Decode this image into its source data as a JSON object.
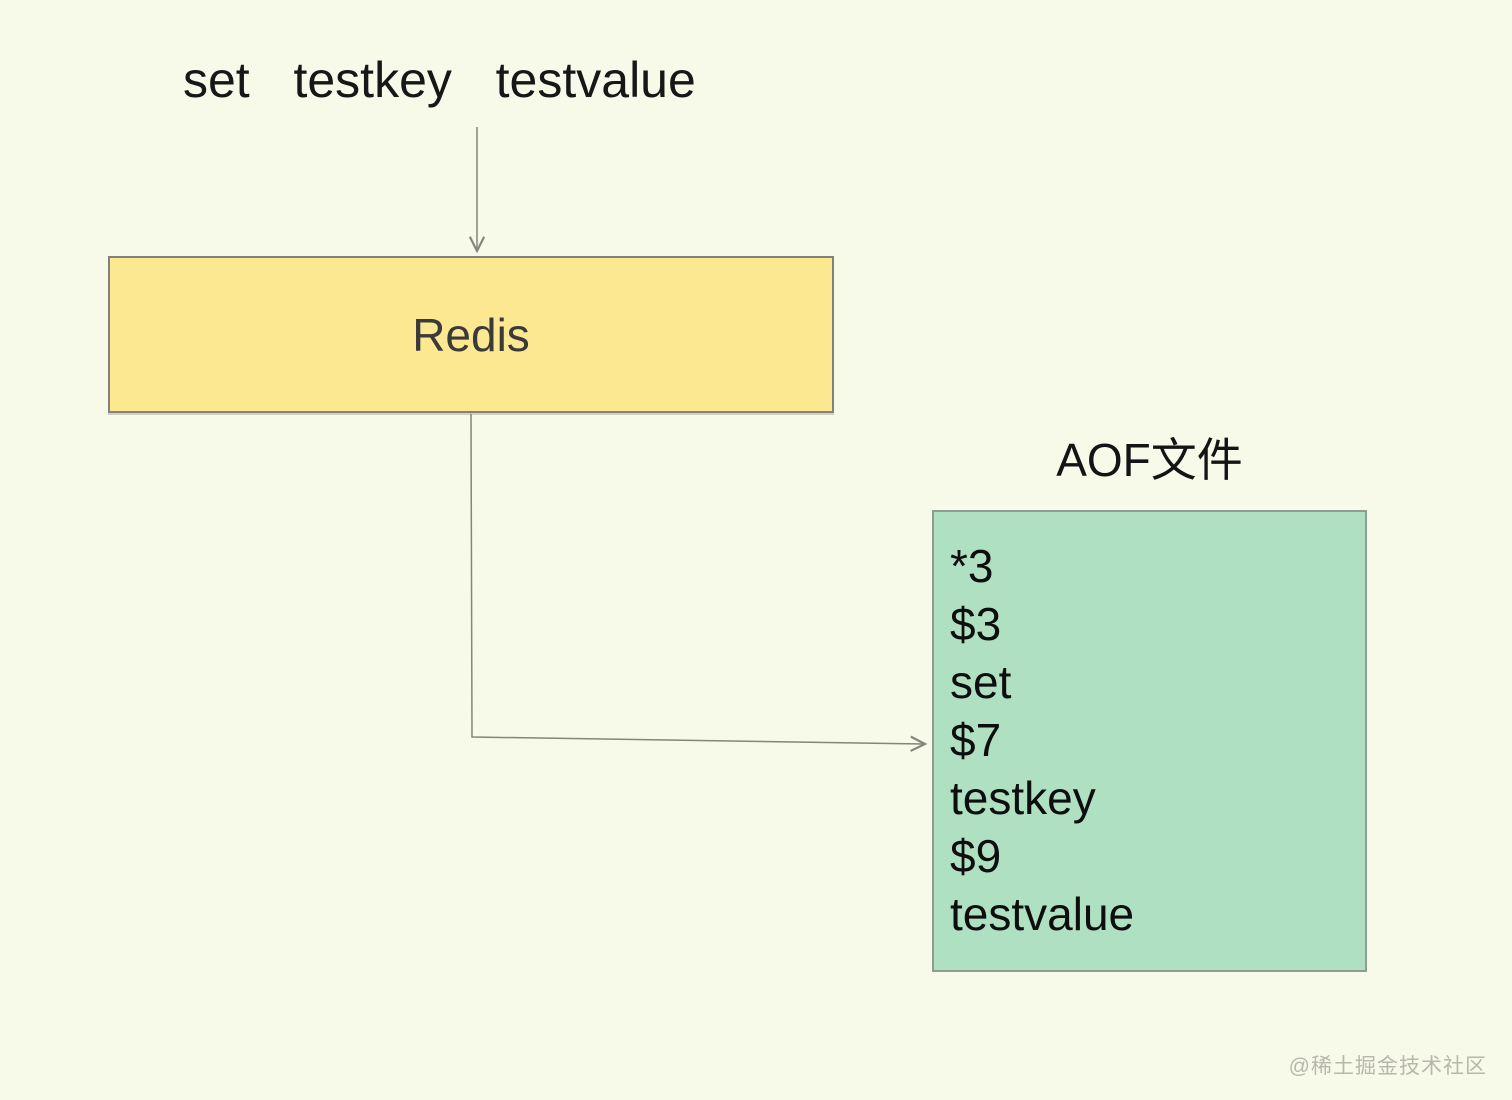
{
  "canvas": {
    "background_color": "#F7F9E9"
  },
  "command_text": "set  testkey  testvalue",
  "redis_box": {
    "label": "Redis",
    "fill_color": "#FBE891",
    "border_color": "#82827A"
  },
  "aof": {
    "title": "AOF文件",
    "box_fill_color": "#AFE0C2",
    "box_border_color": "#8E9C92",
    "lines": [
      "*3",
      "$3",
      "set",
      "$7",
      "testkey",
      "$9",
      "testvalue"
    ]
  },
  "connectors": {
    "color": "#85857C",
    "arrow_command_to_redis": "command text down into Redis box",
    "arrow_redis_to_aof": "Redis box bottom, down then right into AOF box"
  },
  "watermark": "@稀土掘金技术社区"
}
